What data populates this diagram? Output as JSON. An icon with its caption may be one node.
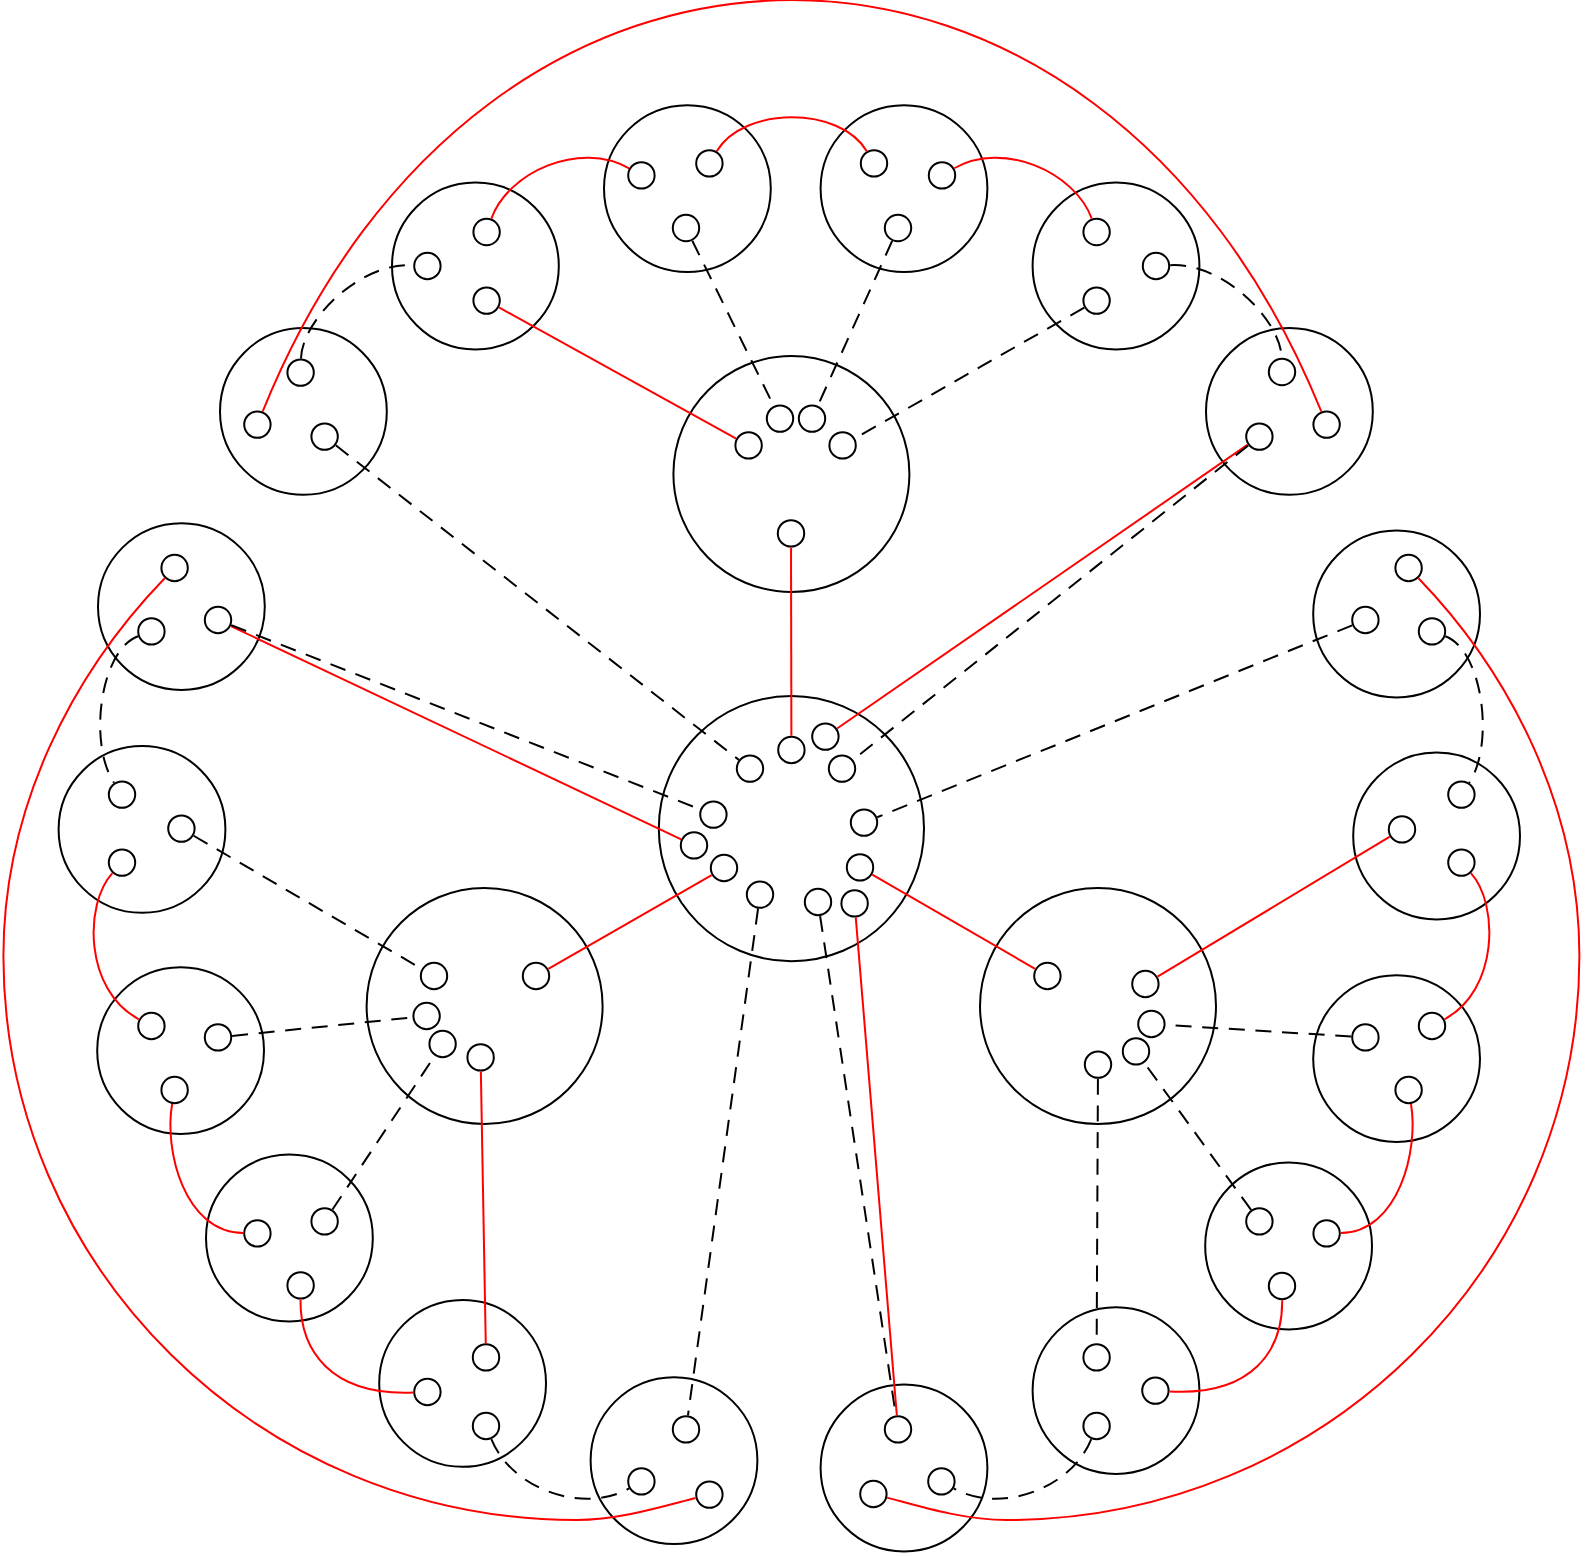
{
  "diagram": {
    "nodes": [
      {
        "text": [],
        "shape": "circle"
      },
      {
        "text": [],
        "shape": "circle",
        "in": 0
      },
      {
        "text": [],
        "shape": "circle",
        "in": 0
      },
      {
        "text": [],
        "shape": "circle",
        "in": 0
      },
      {
        "text": [],
        "shape": "circle"
      },
      {
        "text": [],
        "shape": "circle",
        "in": 4
      },
      {
        "text": [],
        "shape": "circle",
        "in": 4
      },
      {
        "text": [],
        "shape": "circle",
        "in": 4
      },
      {
        "text": [],
        "shape": "circle"
      },
      {
        "text": [],
        "shape": "circle",
        "in": 8
      },
      {
        "text": [],
        "shape": "circle",
        "in": 8
      },
      {
        "text": [],
        "shape": "circle",
        "in": 8
      },
      {
        "text": [],
        "shape": "circle"
      },
      {
        "text": [],
        "shape": "circle",
        "in": 12
      },
      {
        "text": [],
        "shape": "circle",
        "in": 12
      },
      {
        "text": [],
        "shape": "circle",
        "in": 12
      },
      {
        "text": [],
        "shape": "circle"
      },
      {
        "text": [],
        "shape": "circle",
        "in": 16
      },
      {
        "text": [],
        "shape": "circle",
        "in": 16
      },
      {
        "text": [],
        "shape": "circle",
        "in": 16
      },
      {
        "text": [],
        "shape": "circle"
      },
      {
        "text": [],
        "shape": "circle",
        "in": 20
      },
      {
        "text": [],
        "shape": "circle",
        "in": 20
      },
      {
        "text": [],
        "shape": "circle",
        "in": 20
      },
      {
        "text": [],
        "shape": "circle"
      },
      {
        "text": [],
        "shape": "circle",
        "in": 24
      },
      {
        "text": [],
        "shape": "circle",
        "in": 24
      },
      {
        "text": [],
        "shape": "circle",
        "in": 24
      },
      {
        "text": [],
        "shape": "circle",
        "in": 24
      },
      {
        "text": [],
        "shape": "circle",
        "in": 24
      },
      {
        "text": [],
        "shape": "circle"
      },
      {
        "text": [],
        "shape": "circle",
        "in": 30
      },
      {
        "text": [],
        "shape": "circle",
        "in": 30
      },
      {
        "text": [],
        "shape": "circle",
        "in": 30
      },
      {
        "text": [],
        "shape": "circle"
      },
      {
        "text": [],
        "shape": "circle",
        "in": 34
      },
      {
        "text": [],
        "shape": "circle",
        "in": 34
      },
      {
        "text": [],
        "shape": "circle",
        "in": 34
      },
      {
        "text": [],
        "shape": "circle"
      },
      {
        "text": [],
        "shape": "circle",
        "in": 38
      },
      {
        "text": [],
        "shape": "circle",
        "in": 38
      },
      {
        "text": [],
        "shape": "circle",
        "in": 38
      },
      {
        "text": [],
        "shape": "circle",
        "in": 38
      },
      {
        "text": [],
        "shape": "circle",
        "in": 38
      },
      {
        "text": [],
        "shape": "circle",
        "in": 38
      },
      {
        "text": [],
        "shape": "circle",
        "in": 38
      },
      {
        "text": [],
        "shape": "circle",
        "in": 38
      },
      {
        "text": [],
        "shape": "circle",
        "in": 38
      },
      {
        "text": [],
        "shape": "circle",
        "in": 38
      },
      {
        "text": [],
        "shape": "circle",
        "in": 38
      },
      {
        "text": [],
        "shape": "circle",
        "in": 38
      },
      {
        "text": [],
        "shape": "circle"
      },
      {
        "text": [],
        "shape": "circle",
        "in": 51
      },
      {
        "text": [],
        "shape": "circle",
        "in": 51
      },
      {
        "text": [],
        "shape": "circle",
        "in": 51
      },
      {
        "text": [],
        "shape": "circle"
      },
      {
        "text": [],
        "shape": "circle",
        "in": 55
      },
      {
        "text": [],
        "shape": "circle",
        "in": 55
      },
      {
        "text": [],
        "shape": "circle",
        "in": 55
      },
      {
        "text": [],
        "shape": "circle"
      },
      {
        "text": [],
        "shape": "circle",
        "in": 59
      },
      {
        "text": [],
        "shape": "circle",
        "in": 59
      },
      {
        "text": [],
        "shape": "circle",
        "in": 59
      },
      {
        "text": [],
        "shape": "circle",
        "in": 59
      },
      {
        "text": [],
        "shape": "circle",
        "in": 59
      },
      {
        "text": [],
        "shape": "circle"
      },
      {
        "text": [],
        "shape": "circle",
        "in": 65
      },
      {
        "text": [],
        "shape": "circle",
        "in": 65
      },
      {
        "text": [],
        "shape": "circle",
        "in": 65
      },
      {
        "text": [],
        "shape": "circle",
        "in": 65
      },
      {
        "text": [],
        "shape": "circle",
        "in": 65
      },
      {
        "text": [],
        "shape": "circle"
      },
      {
        "text": [],
        "shape": "circle",
        "in": 71
      },
      {
        "text": [],
        "shape": "circle",
        "in": 71
      },
      {
        "text": [],
        "shape": "circle",
        "in": 71
      },
      {
        "text": [],
        "shape": "circle"
      },
      {
        "text": [],
        "shape": "circle",
        "in": 75
      },
      {
        "text": [],
        "shape": "circle",
        "in": 75
      },
      {
        "text": [],
        "shape": "circle",
        "in": 75
      },
      {
        "text": [],
        "shape": "circle"
      },
      {
        "text": [],
        "shape": "circle",
        "in": 79
      },
      {
        "text": [],
        "shape": "circle",
        "in": 79
      },
      {
        "text": [],
        "shape": "circle",
        "in": 79
      },
      {
        "text": [],
        "shape": "circle"
      },
      {
        "text": [],
        "shape": "circle",
        "in": 83
      },
      {
        "text": [],
        "shape": "circle",
        "in": 83
      },
      {
        "text": [],
        "shape": "circle",
        "in": 83
      },
      {
        "text": [],
        "shape": "circle"
      },
      {
        "text": [],
        "shape": "circle",
        "in": 87
      },
      {
        "text": [],
        "shape": "circle",
        "in": 87
      },
      {
        "text": [],
        "shape": "circle",
        "in": 87
      },
      {
        "text": [],
        "shape": "circle"
      },
      {
        "text": [],
        "shape": "circle",
        "in": 91
      },
      {
        "text": [],
        "shape": "circle",
        "in": 91
      },
      {
        "text": [],
        "shape": "circle",
        "in": 91
      },
      {
        "text": [],
        "shape": "circle"
      },
      {
        "text": [],
        "shape": "circle",
        "in": 95
      },
      {
        "text": [],
        "shape": "circle",
        "in": 95
      },
      {
        "text": [],
        "shape": "circle",
        "in": 95
      },
      {
        "text": [],
        "shape": "circle"
      },
      {
        "text": [],
        "shape": "circle",
        "in": 99
      },
      {
        "text": [],
        "shape": "circle",
        "in": 99
      },
      {
        "text": [],
        "shape": "circle",
        "in": 99
      }
    ],
    "edges": [
      {
        "from": 18,
        "to": 23,
        "arrow": "none",
        "color": "#ff0000"
      },
      {
        "from": 9,
        "to": 1,
        "arrow": "none",
        "color": "#ff0000"
      },
      {
        "from": 2,
        "to": 5,
        "arrow": "none",
        "color": "#ff0000"
      },
      {
        "from": 6,
        "to": 13,
        "arrow": "none",
        "color": "#ff0000"
      },
      {
        "from": 17,
        "to": 10,
        "arrow": "none",
        "style": "dashed",
        "color": "#000000"
      },
      {
        "from": 14,
        "to": 21,
        "arrow": "none",
        "style": "dashed",
        "color": "#000000"
      },
      {
        "from": 3,
        "to": 25,
        "arrow": "none",
        "style": "dashed",
        "color": "#000000"
      },
      {
        "from": 7,
        "to": 26,
        "arrow": "none",
        "style": "dashed",
        "color": "#000000"
      },
      {
        "from": 11,
        "to": 27,
        "arrow": "none",
        "color": "#ff0000"
      },
      {
        "from": 15,
        "to": 28,
        "arrow": "none",
        "style": "dashed",
        "color": "#000000"
      },
      {
        "from": 19,
        "to": 41,
        "arrow": "none",
        "style": "dashed",
        "color": "#000000"
      },
      {
        "from": 22,
        "to": 39,
        "arrow": "none",
        "color": "#ff0000"
      },
      {
        "from": 22,
        "to": 42,
        "arrow": "none",
        "style": "dashed",
        "color": "#000000"
      },
      {
        "from": 29,
        "to": 40,
        "arrow": "none",
        "color": "#ff0000"
      },
      {
        "from": 31,
        "to": 98,
        "arrow": "none",
        "color": "#ff0000"
      },
      {
        "from": 35,
        "to": 102,
        "arrow": "none",
        "color": "#ff0000"
      },
      {
        "from": 32,
        "to": 45,
        "arrow": "none",
        "color": "#ff0000"
      },
      {
        "from": 32,
        "to": 43,
        "arrow": "none",
        "style": "dashed",
        "color": "#000000"
      },
      {
        "from": 33,
        "to": 52,
        "arrow": "none",
        "style": "dashed",
        "color": "#000000"
      },
      {
        "from": 37,
        "to": 56,
        "arrow": "none",
        "style": "dashed",
        "color": "#000000"
      },
      {
        "from": 36,
        "to": 44,
        "arrow": "none",
        "style": "dashed",
        "color": "#000000"
      },
      {
        "from": 53,
        "to": 60,
        "arrow": "none",
        "style": "dashed",
        "color": "#000000"
      },
      {
        "from": 54,
        "to": 72,
        "arrow": "none",
        "color": "#ff0000"
      },
      {
        "from": 57,
        "to": 67,
        "arrow": "none",
        "color": "#ff0000"
      },
      {
        "from": 58,
        "to": 76,
        "arrow": "none",
        "color": "#ff0000"
      },
      {
        "from": 46,
        "to": 61,
        "arrow": "none",
        "color": "#ff0000"
      },
      {
        "from": 47,
        "to": 66,
        "arrow": "none",
        "color": "#ff0000"
      },
      {
        "from": 73,
        "to": 62,
        "arrow": "none",
        "style": "dashed",
        "color": "#000000"
      },
      {
        "from": 77,
        "to": 68,
        "arrow": "none",
        "style": "dashed",
        "color": "#000000"
      },
      {
        "from": 74,
        "to": 81,
        "arrow": "none",
        "color": "#ff0000"
      },
      {
        "from": 78,
        "to": 85,
        "arrow": "none",
        "color": "#ff0000"
      },
      {
        "from": 80,
        "to": 63,
        "arrow": "none",
        "style": "dashed",
        "color": "#000000"
      },
      {
        "from": 84,
        "to": 69,
        "arrow": "none",
        "style": "dashed",
        "color": "#000000"
      },
      {
        "from": 82,
        "to": 89,
        "arrow": "none",
        "color": "#ff0000"
      },
      {
        "from": 86,
        "to": 93,
        "arrow": "none",
        "color": "#ff0000"
      },
      {
        "from": 64,
        "to": 88,
        "arrow": "none",
        "color": "#ff0000"
      },
      {
        "from": 70,
        "to": 92,
        "arrow": "none",
        "style": "dashed",
        "color": "#000000"
      },
      {
        "from": 90,
        "to": 97,
        "arrow": "none",
        "style": "dashed",
        "color": "#000000"
      },
      {
        "from": 94,
        "to": 101,
        "arrow": "none",
        "style": "dashed",
        "color": "#000000"
      },
      {
        "from": 48,
        "to": 96,
        "arrow": "none",
        "style": "dashed",
        "color": "#000000"
      },
      {
        "from": 49,
        "to": 100,
        "arrow": "none",
        "style": "dashed",
        "color": "#000000"
      },
      {
        "from": 50,
        "to": 100,
        "arrow": "none",
        "color": "#ff0000"
      }
    ]
  }
}
